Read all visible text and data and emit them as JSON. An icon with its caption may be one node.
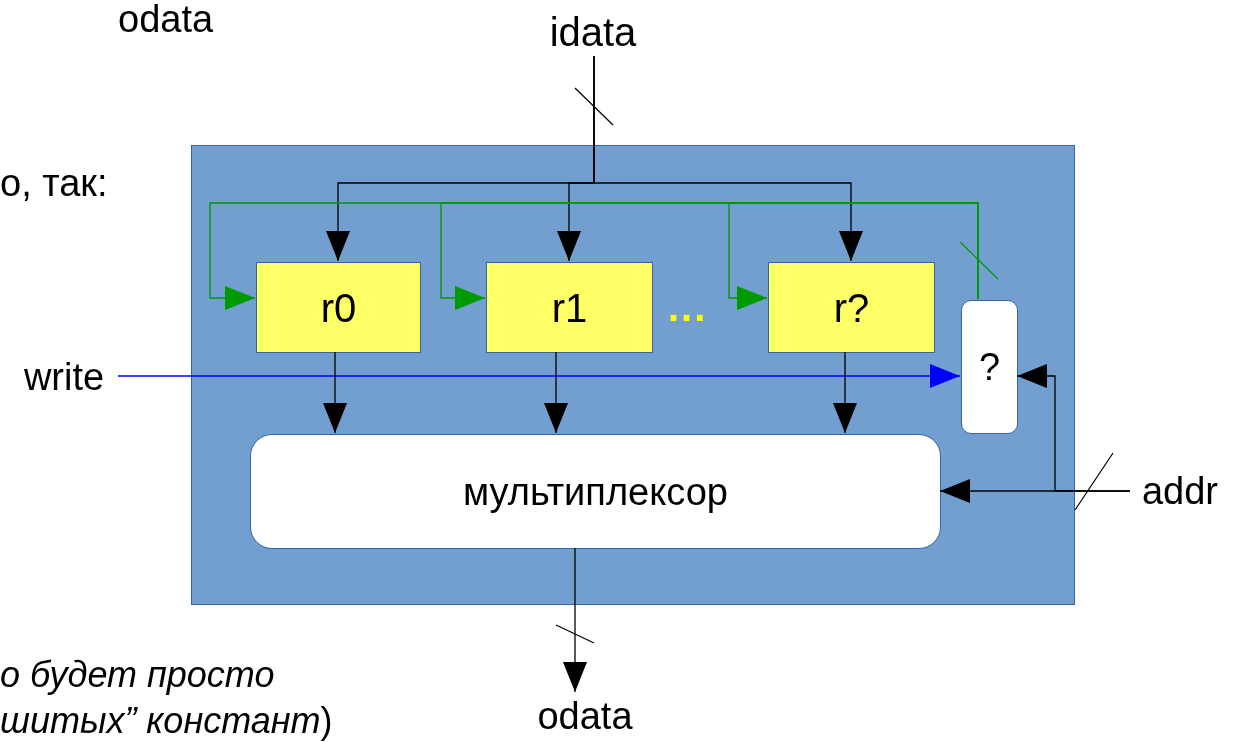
{
  "diagram": {
    "nodes": [
      {
        "text": [],
        "shape": "box"
      },
      {
        "text": [
          "r0"
        ],
        "in": 0
      },
      {
        "text": [
          "r1"
        ],
        "in": 0
      },
      {
        "text": [
          "r?"
        ],
        "in": 0
      },
      {
        "text": [
          "?"
        ],
        "in": 0
      },
      {
        "text": [
          "мультиплексор"
        ],
        "in": 0
      },
      {
        "text": [
          "idata"
        ]
      },
      {
        "text": [
          "write"
        ]
      },
      {
        "text": [
          "addr"
        ]
      },
      {
        "text": [
          "odata"
        ]
      }
    ],
    "edges": [
      {
        "from": 6,
        "to": 1,
        "arrow": "to"
      },
      {
        "from": 6,
        "to": 2,
        "arrow": "to"
      },
      {
        "from": 6,
        "to": 3,
        "arrow": "to"
      },
      {
        "from": 4,
        "to": 1,
        "arrow": "to",
        "color": "#009900"
      },
      {
        "from": 4,
        "to": 2,
        "arrow": "to",
        "color": "#009900"
      },
      {
        "from": 4,
        "to": 3,
        "arrow": "to",
        "color": "#009900"
      },
      {
        "from": 7,
        "to": 4,
        "arrow": "to",
        "color": "#0000ff"
      },
      {
        "from": 8,
        "to": 4,
        "arrow": "to"
      },
      {
        "from": 8,
        "to": 5,
        "arrow": "to"
      },
      {
        "from": 1,
        "to": 5,
        "arrow": "to"
      },
      {
        "from": 2,
        "to": 5,
        "arrow": "to"
      },
      {
        "from": 3,
        "to": 5,
        "arrow": "to"
      },
      {
        "from": 5,
        "to": 9,
        "arrow": "to"
      }
    ],
    "labels": [
      "odata",
      "о, так:",
      "...",
      "о будет просто",
      "*шитых” констант*)"
    ]
  }
}
